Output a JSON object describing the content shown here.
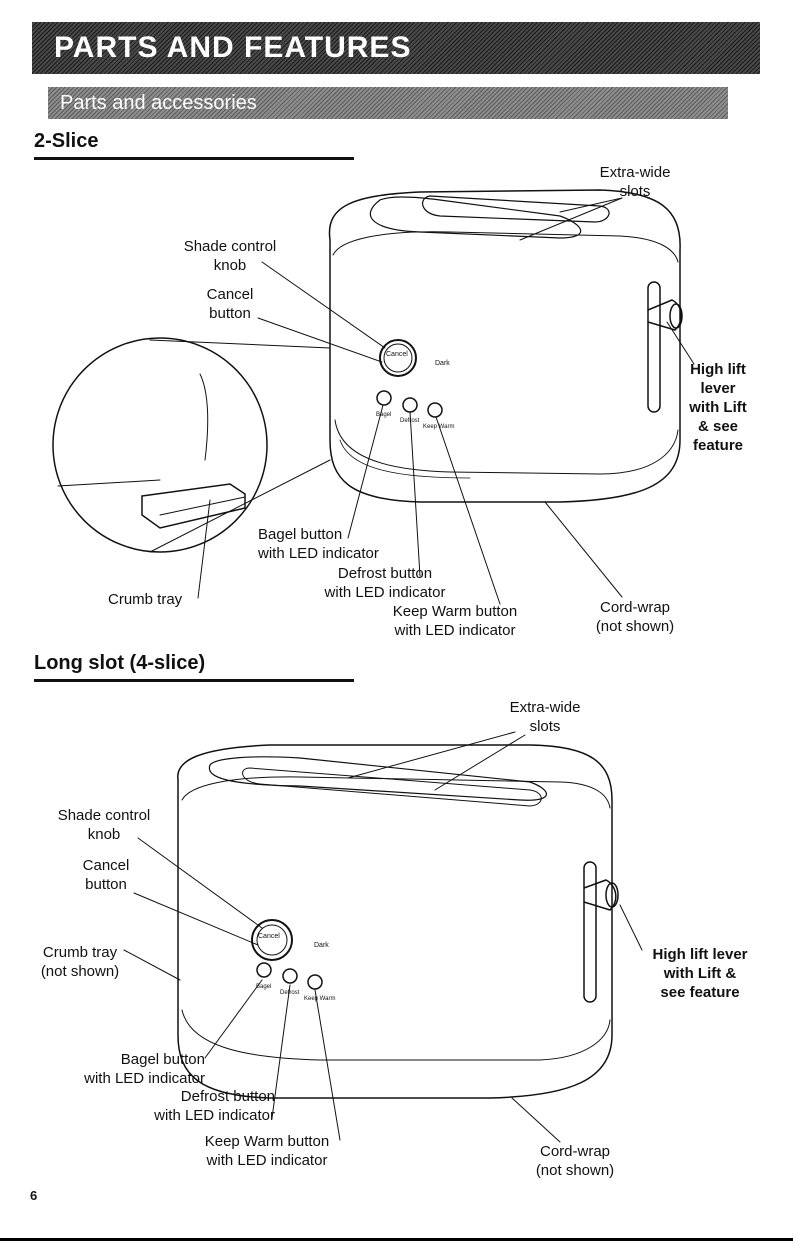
{
  "header": {
    "title": "PARTS AND FEATURES",
    "subtitle": "Parts and accessories"
  },
  "two_slice": {
    "heading": "2-Slice",
    "labels": {
      "slots_1": "Extra-wide",
      "slots_2": "slots",
      "shade_1": "Shade control",
      "shade_2": "knob",
      "cancel_1": "Cancel",
      "cancel_2": "button",
      "lever_1": "High lift",
      "lever_2": "lever",
      "lever_3": "with Lift",
      "lever_4": "& see",
      "lever_5": "feature",
      "bagel_1": "Bagel button",
      "bagel_2": "with LED indicator",
      "defrost_1": "Defrost button",
      "defrost_2": "with LED indicator",
      "warm_1": "Keep Warm button",
      "warm_2": "with LED indicator",
      "crumb": "Crumb tray",
      "cord_1": "Cord-wrap",
      "cord_2": "(not shown)"
    }
  },
  "four_slice": {
    "heading": "Long slot (4-slice)",
    "labels": {
      "slots_1": "Extra-wide",
      "slots_2": "slots",
      "shade_1": "Shade control",
      "shade_2": "knob",
      "cancel_1": "Cancel",
      "cancel_2": "button",
      "crumb_1": "Crumb tray",
      "crumb_2": "(not shown)",
      "lever_1": "High lift lever",
      "lever_2": "with Lift &",
      "lever_3": "see feature",
      "bagel_1": "Bagel button",
      "bagel_2": "with LED indicator",
      "defrost_1": "Defrost button",
      "defrost_2": "with LED indicator",
      "warm_1": "Keep Warm button",
      "warm_2": "with LED indicator",
      "cord_1": "Cord-wrap",
      "cord_2": "(not shown)"
    }
  },
  "dial": {
    "cancel": "Cancel",
    "dark": "Dark",
    "bagel": "Bagel",
    "defrost": "Defrost",
    "keep_warm": "Keep Warm"
  },
  "page_number": "6"
}
